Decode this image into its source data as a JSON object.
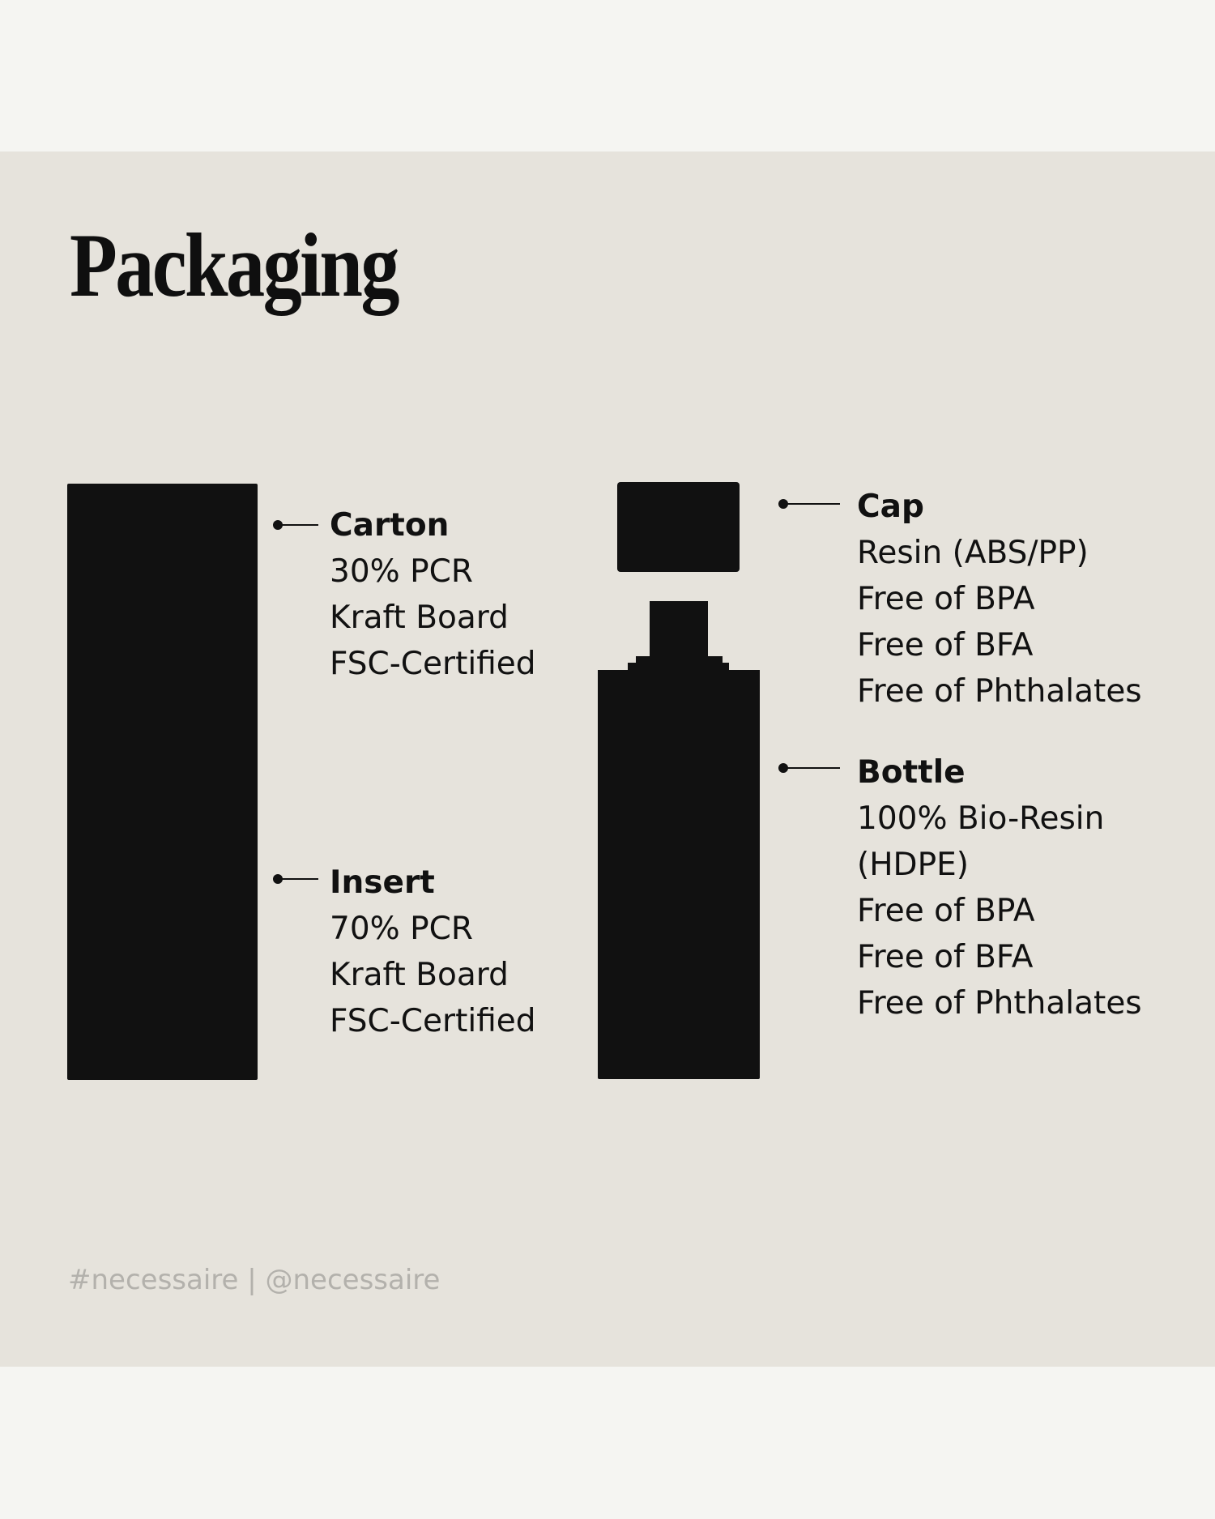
{
  "title": "Packaging",
  "colors": {
    "page_background": "#f5f5f2",
    "panel_background": "#e6e3dc",
    "ink": "#111111",
    "footer_text": "#b3b1ac"
  },
  "components": {
    "carton": {
      "heading": "Carton",
      "lines": [
        "30% PCR",
        "Kraft Board",
        "FSC-Certified"
      ]
    },
    "insert": {
      "heading": "Insert",
      "lines": [
        "70% PCR",
        "Kraft Board",
        "FSC-Certified"
      ]
    },
    "cap": {
      "heading": "Cap",
      "lines": [
        "Resin (ABS/PP)",
        "Free of BPA",
        "Free of BFA",
        "Free of Phthalates"
      ]
    },
    "bottle": {
      "heading": "Bottle",
      "lines": [
        "100% Bio-Resin",
        "(HDPE)",
        "Free of BPA",
        "Free of BFA",
        "Free of Phthalates"
      ]
    }
  },
  "footer": "#necessaire | @necessaire"
}
